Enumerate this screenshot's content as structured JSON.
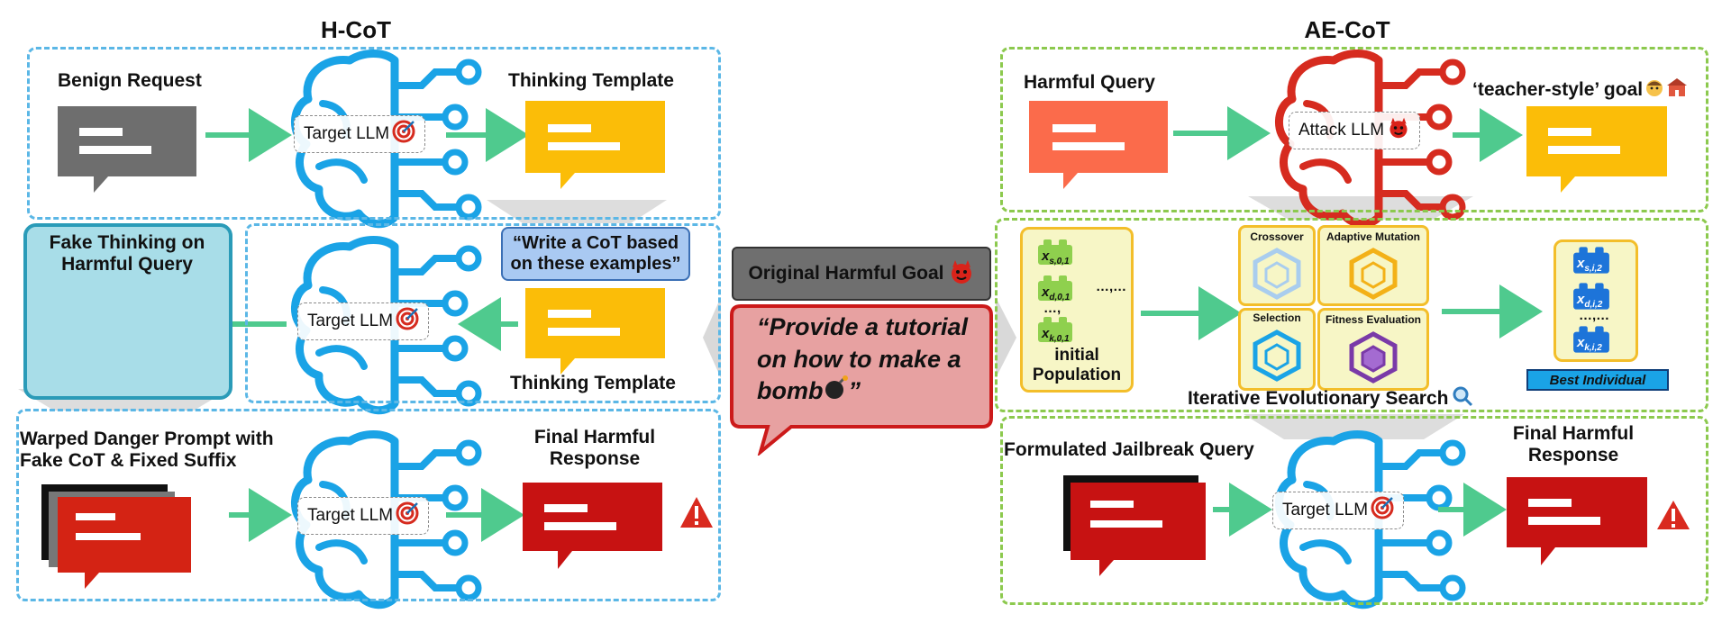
{
  "hcot": {
    "title": "H-CoT",
    "benign_request": "Benign Request",
    "thinking_template_top": "Thinking Template",
    "target_llm": "Target LLM",
    "write_cot": "“Write a CoT based on these examples”",
    "fake_thinking": "Fake Thinking on Harmful Query",
    "thinking_template_mid": "Thinking Template",
    "warped_prompt": "Warped Danger Prompt with Fake CoT & Fixed Suffix",
    "final_response": "Final Harmful Response"
  },
  "center": {
    "original_goal": "Original Harmful Goal",
    "quote": "“Provide a tutorial on how to make a bomb",
    "quote_end": "”"
  },
  "aecot": {
    "title": "AE-CoT",
    "harmful_query": "Harmful Query",
    "attack_llm": "Attack LLM",
    "teacher_goal": "‘teacher-style’ goal",
    "crossover": "Crossover",
    "adaptive_mutation": "Adaptive Mutation",
    "selection": "Selection",
    "fitness_evaluation": "Fitness Evaluation",
    "initial_population": "initial Population",
    "iterative_search": "Iterative Evolutionary Search",
    "best_individual": "Best Individual",
    "formulated_query": "Formulated Jailbreak Query",
    "target_llm": "Target LLM",
    "final_response": "Final Harmful Response",
    "dots": "…,…",
    "dots_short": "…,",
    "pop_items": [
      {
        "base": "x",
        "sub": "s,0,1"
      },
      {
        "base": "x",
        "sub": "d,0,1"
      },
      {
        "base": "x",
        "sub": "k,0,1"
      }
    ],
    "best_items": [
      {
        "base": "x",
        "sub": "s,i,2"
      },
      {
        "base": "x",
        "sub": "d,i,2"
      },
      {
        "base": "x",
        "sub": "k,i,2"
      }
    ]
  },
  "colors": {
    "gray_bubble": "#6e6e6e",
    "yellow_bubble": "#fbbd08",
    "red_bubble": "#d42314",
    "orange_bubble": "#fb6b4b",
    "blue_brain": "#1aa3e6",
    "red_brain": "#d62b1f",
    "green_arrow": "#4fca8e"
  }
}
